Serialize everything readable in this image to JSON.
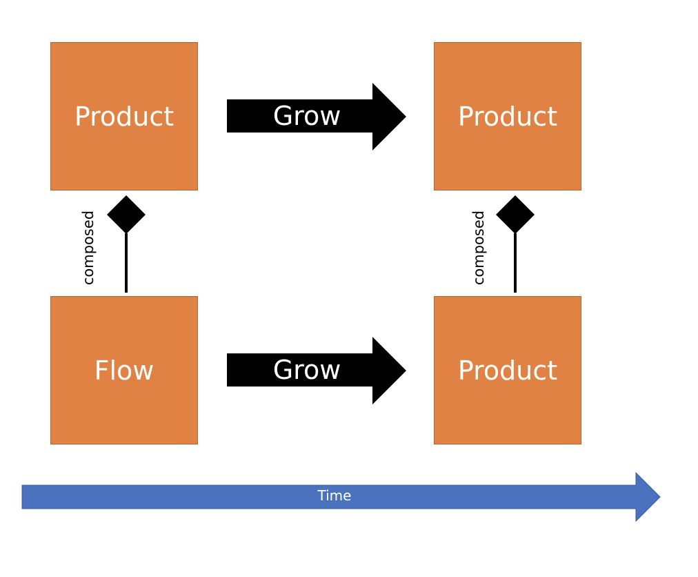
{
  "diagram": {
    "boxes": {
      "top_left": "Product",
      "top_right": "Product",
      "bottom_left": "Flow",
      "bottom_right": "Product"
    },
    "grow_arrows": {
      "top": "Grow",
      "bottom": "Grow"
    },
    "composition_links": {
      "left": "composed",
      "right": "composed"
    },
    "timeline": {
      "label": "Time"
    }
  },
  "colors": {
    "box_fill": "#e08244",
    "box_border": "#b5672e",
    "grow_arrow": "#000000",
    "time_arrow": "#4a72be",
    "time_arrow_border": "#3a5c99",
    "text_light": "#ffffff",
    "text_dark": "#000000"
  }
}
